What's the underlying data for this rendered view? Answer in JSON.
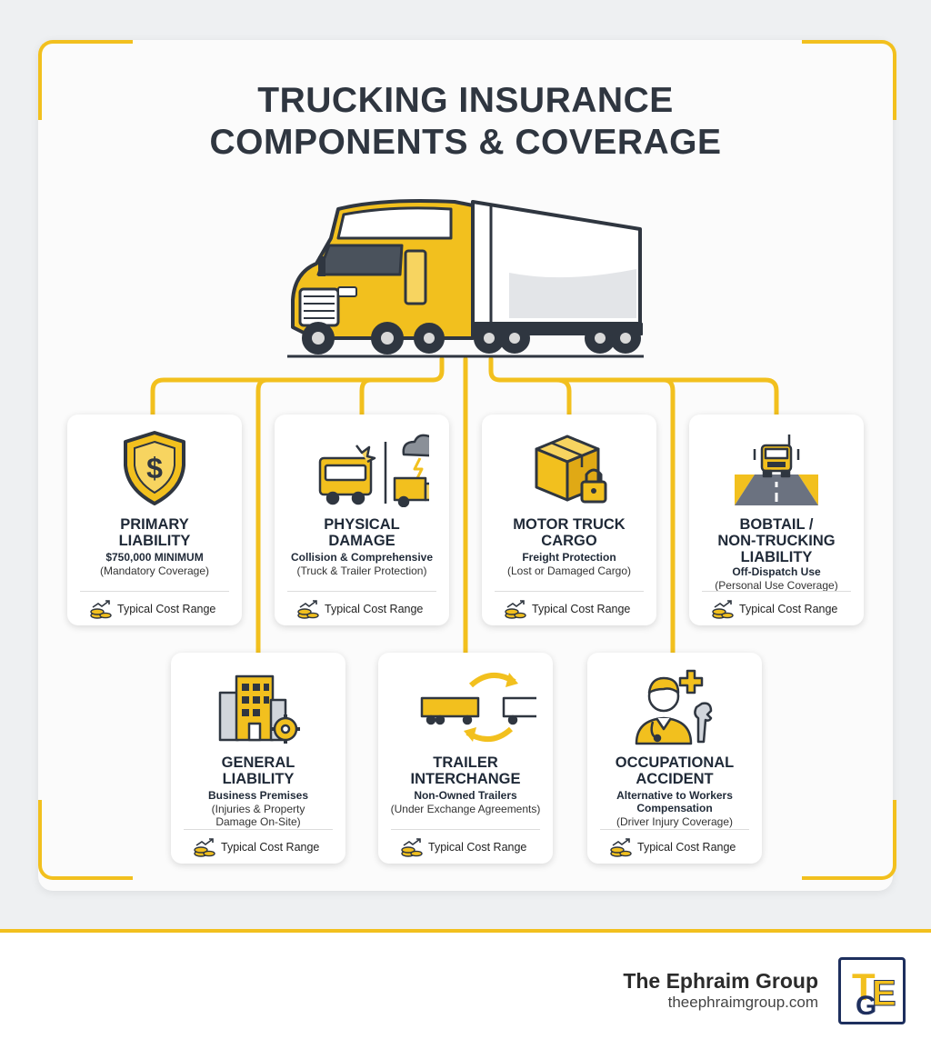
{
  "title": {
    "line1": "TRUCKING INSURANCE",
    "line2": "COMPONENTS & COVERAGE"
  },
  "colors": {
    "accent": "#f2c01e",
    "dark": "#2f3640",
    "navy": "#1e2f5e"
  },
  "cards": [
    {
      "title_lines": [
        "PRIMARY",
        "LIABILITY"
      ],
      "subtitle_lines": [
        "$750,000 MINIMUM"
      ],
      "desc_lines": [
        "(Mandatory Coverage)"
      ],
      "cost_label": "Typical Cost Range",
      "icon": "shield-dollar-icon"
    },
    {
      "title_lines": [
        "PHYSICAL",
        "DAMAGE"
      ],
      "subtitle_lines": [
        "Collision & Comprehensive"
      ],
      "desc_lines": [
        "(Truck & Trailer Protection)"
      ],
      "cost_label": "Typical Cost Range",
      "icon": "collision-storm-icon"
    },
    {
      "title_lines": [
        "MOTOR TRUCK",
        "CARGO"
      ],
      "subtitle_lines": [
        "Freight Protection"
      ],
      "desc_lines": [
        "(Lost or Damaged Cargo)"
      ],
      "cost_label": "Typical Cost Range",
      "icon": "cargo-box-lock-icon"
    },
    {
      "title_lines": [
        "BOBTAIL /",
        "NON-TRUCKING",
        "LIABILITY"
      ],
      "subtitle_lines": [
        "Off-Dispatch Use"
      ],
      "desc_lines": [
        "(Personal Use Coverage)"
      ],
      "cost_label": "Typical Cost Range",
      "icon": "bobtail-road-icon"
    },
    {
      "title_lines": [
        "GENERAL",
        "LIABILITY"
      ],
      "subtitle_lines": [
        "Business Premises"
      ],
      "desc_lines": [
        "(Injuries & Property",
        "Damage On-Site)"
      ],
      "cost_label": "Typical Cost Range",
      "icon": "building-gear-icon"
    },
    {
      "title_lines": [
        "TRAILER",
        "INTERCHANGE"
      ],
      "subtitle_lines": [
        "Non-Owned Trailers"
      ],
      "desc_lines": [
        "(Under Exchange Agreements)"
      ],
      "cost_label": "Typical Cost Range",
      "icon": "trailer-swap-icon"
    },
    {
      "title_lines": [
        "OCCUPATIONAL",
        "ACCIDENT"
      ],
      "subtitle_lines": [
        "Alternative to Workers",
        "Compensation"
      ],
      "desc_lines": [
        "(Driver Injury Coverage)"
      ],
      "cost_label": "Typical Cost Range",
      "icon": "driver-medical-icon"
    }
  ],
  "footer": {
    "brand_name": "The Ephraim Group",
    "url": "theephraimgroup.com",
    "logo_letters": [
      "T",
      "G",
      "E"
    ]
  }
}
